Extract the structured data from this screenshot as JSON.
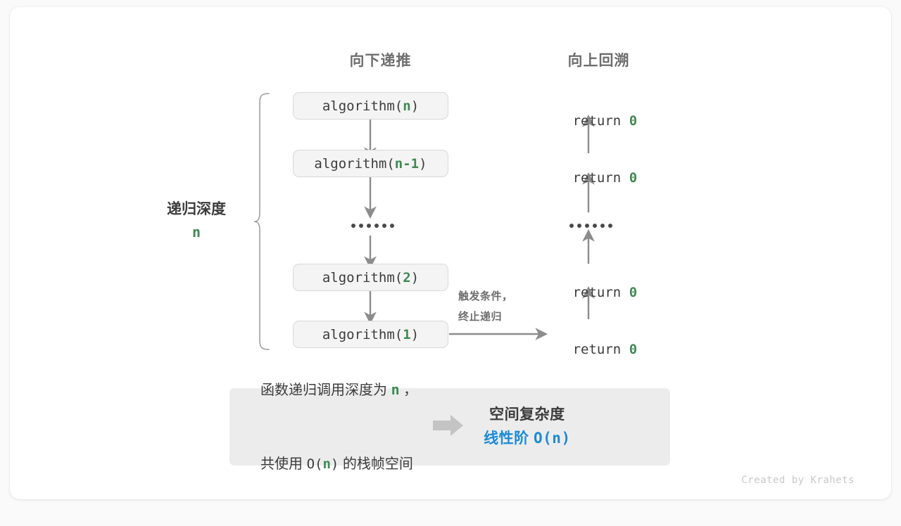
{
  "diagram": {
    "headers": {
      "left": "向下递推",
      "right": "向上回溯"
    },
    "depth_bracket": {
      "label": "递归深度",
      "value": "n"
    },
    "call_stack": [
      {
        "name": "algorithm(",
        "arg": "n",
        "close": ")"
      },
      {
        "name": "algorithm(",
        "arg": "n-1",
        "close": ")"
      },
      {
        "ellipsis": "••••••"
      },
      {
        "name": "algorithm(",
        "arg": "2",
        "close": ")"
      },
      {
        "name": "algorithm(",
        "arg": "1",
        "close": ")"
      }
    ],
    "returns": [
      {
        "text": "return ",
        "zero": "0"
      },
      {
        "text": "return ",
        "zero": "0"
      },
      {
        "ellipsis": "••••••"
      },
      {
        "text": "return ",
        "zero": "0"
      },
      {
        "text": "return ",
        "zero": "0"
      }
    ],
    "trigger_note": {
      "line1": "触发条件，",
      "line2": "终止递归"
    }
  },
  "summary": {
    "left_line1_pre": "函数递归调用深度为 ",
    "left_line1_n": "n",
    "left_line1_post": " ，",
    "left_line2_pre": "共使用 ",
    "left_line2_mono_open": "O(",
    "left_line2_n": "n",
    "left_line2_mono_close": ")",
    "left_line2_post": " 的栈帧空间",
    "arrow_icon": "fat-right-arrow-icon",
    "right_title": "空间复杂度",
    "right_value_label": "线性阶 ",
    "right_value_mono": "O(n)"
  },
  "footer": {
    "credit": "Created by Krahets"
  },
  "colors": {
    "accent_green": "#3f8a53",
    "accent_blue": "#1a8ad8",
    "text_dark": "#3c3c3c",
    "text_muted": "#6e6e6e",
    "box_fill": "#f4f4f4",
    "panel_fill": "#ececec",
    "arrow_gray": "#8c8c8c"
  }
}
